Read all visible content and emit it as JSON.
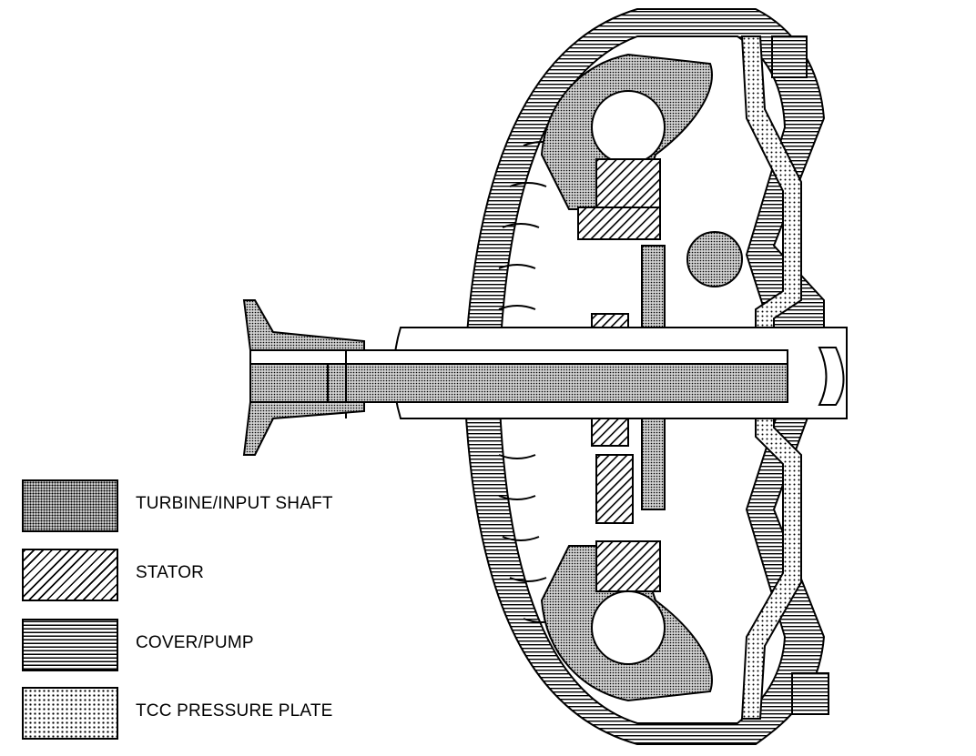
{
  "legend": [
    {
      "label": "TURBINE/INPUT SHAFT",
      "pattern": "dots-fine"
    },
    {
      "label": "STATOR",
      "pattern": "diagonal-hatch"
    },
    {
      "label": "COVER/PUMP",
      "pattern": "horizontal-lines"
    },
    {
      "label": "TCC PRESSURE PLATE",
      "pattern": "cross-dots"
    }
  ]
}
